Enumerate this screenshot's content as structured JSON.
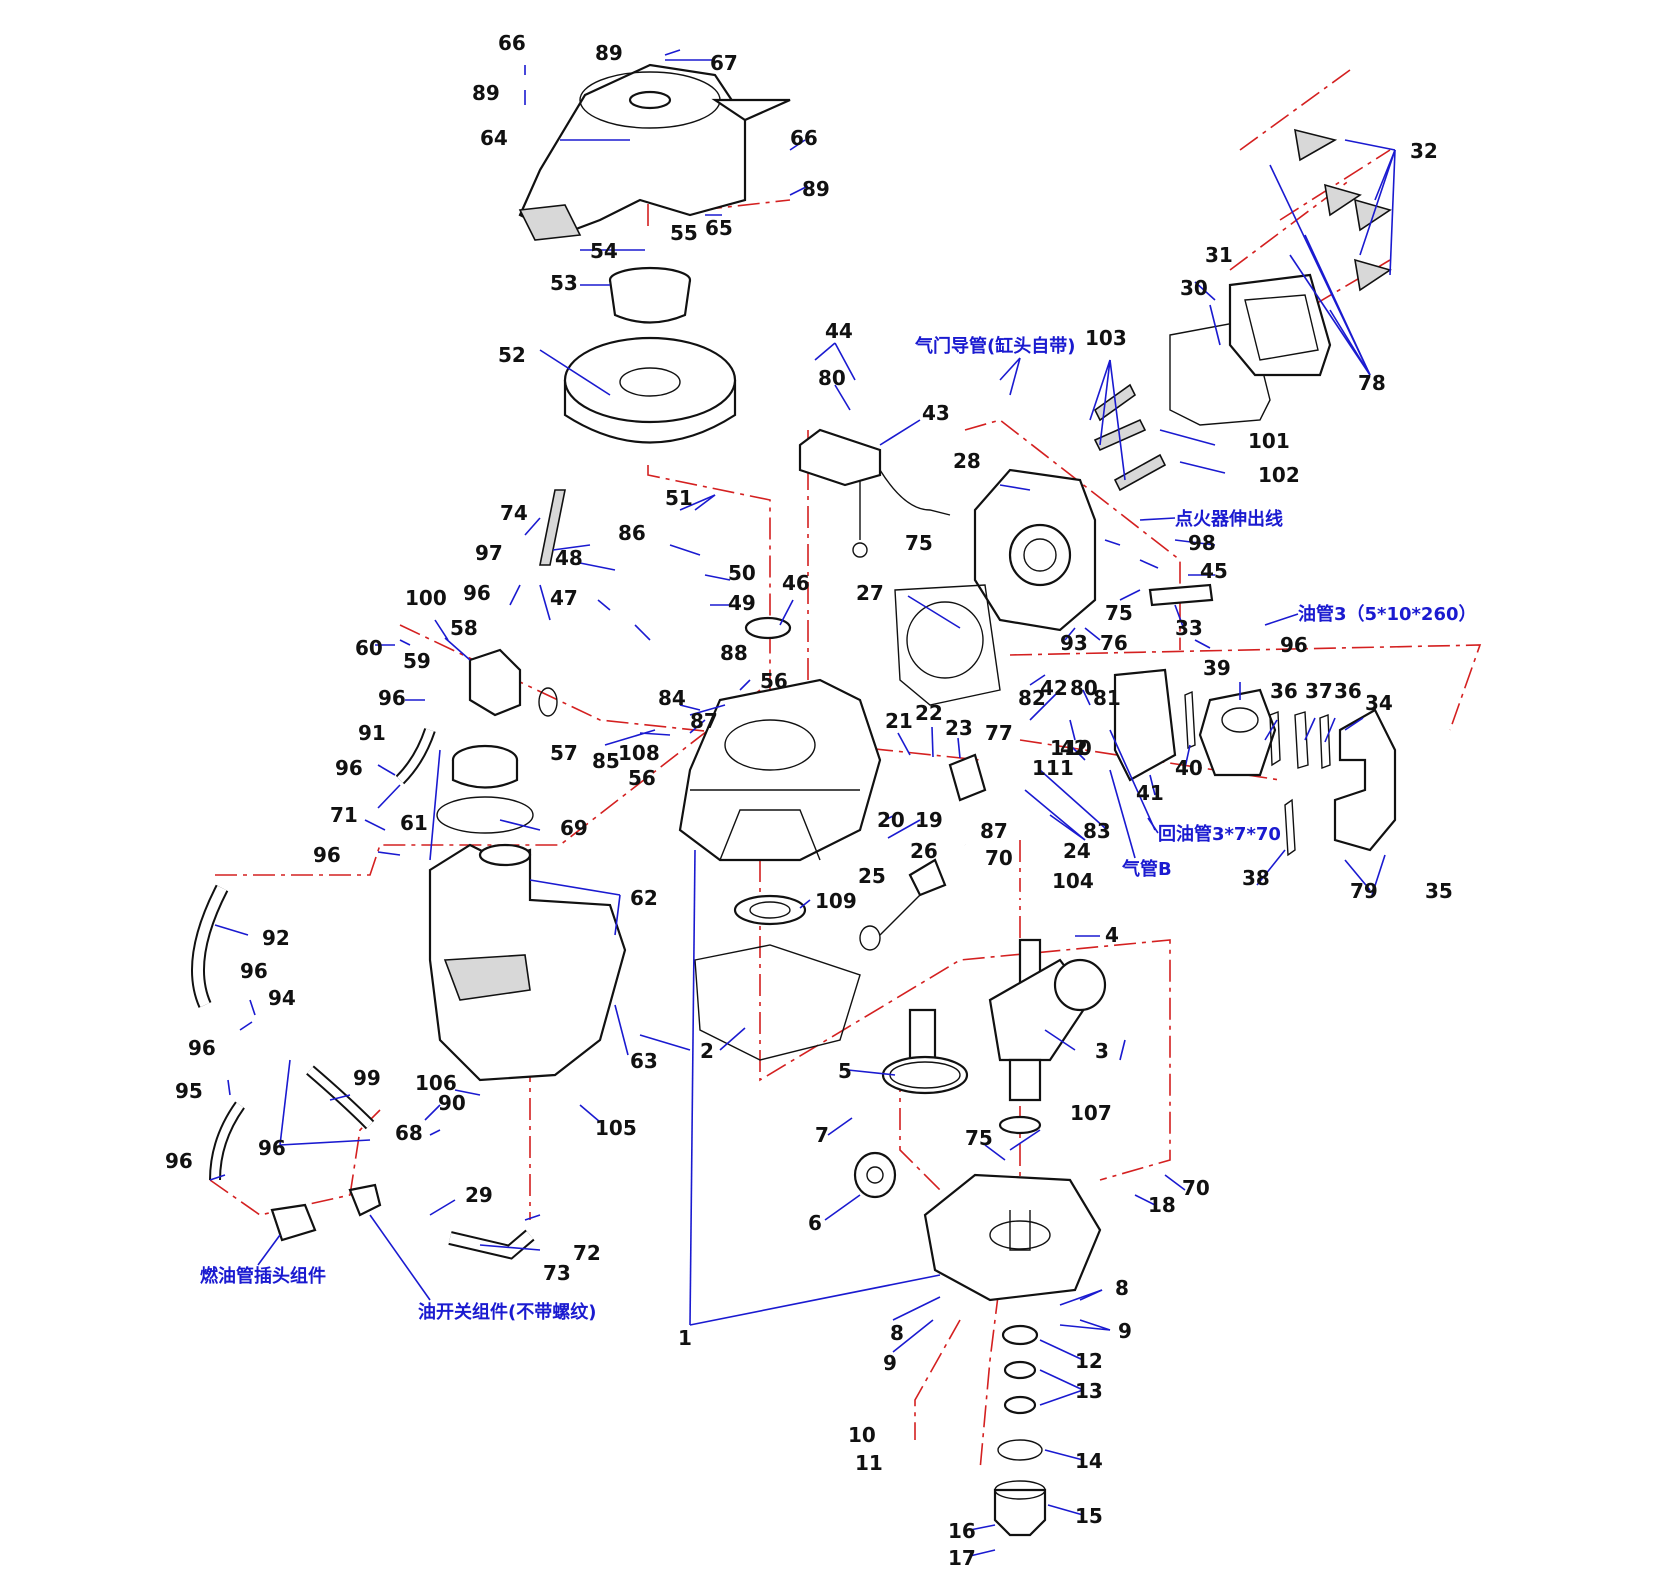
{
  "part_labels": {
    "l1": "1",
    "l2": "2",
    "l3": "3",
    "l4": "4",
    "l5": "5",
    "l6": "6",
    "l7": "7",
    "l8a": "8",
    "l8b": "8",
    "l9a": "9",
    "l9b": "9",
    "l10": "10",
    "l11": "11",
    "l12": "12",
    "l13": "13",
    "l14": "14",
    "l15": "15",
    "l16": "16",
    "l17": "17",
    "l18": "18",
    "l19": "19",
    "l20": "20",
    "l21": "21",
    "l22": "22",
    "l23": "23",
    "l24": "24",
    "l25": "25",
    "l26": "26",
    "l27": "27",
    "l28": "28",
    "l29": "29",
    "l30": "30",
    "l31": "31",
    "l32": "32",
    "l33": "33",
    "l34": "34",
    "l35": "35",
    "l36a": "36",
    "l36b": "36",
    "l37": "37",
    "l38": "38",
    "l39": "39",
    "l40": "40",
    "l41": "41",
    "l42a": "42",
    "l42b": "42",
    "l43": "43",
    "l44": "44",
    "l45": "45",
    "l46": "46",
    "l47": "47",
    "l48": "48",
    "l49": "49",
    "l50": "50",
    "l51": "51",
    "l52": "52",
    "l53": "53",
    "l54": "54",
    "l55": "55",
    "l56a": "56",
    "l56b": "56",
    "l57": "57",
    "l58": "58",
    "l59": "59",
    "l60": "60",
    "l61": "61",
    "l62": "62",
    "l63": "63",
    "l64": "64",
    "l65": "65",
    "l66a": "66",
    "l66b": "66",
    "l67": "67",
    "l68": "68",
    "l69": "69",
    "l70a": "70",
    "l70b": "70",
    "l71": "71",
    "l72": "72",
    "l73": "73",
    "l74": "74",
    "l75a": "75",
    "l75b": "75",
    "l75c": "75",
    "l76": "76",
    "l77": "77",
    "l78": "78",
    "l79": "79",
    "l80a": "80",
    "l80b": "80",
    "l81": "81",
    "l82": "82",
    "l83": "83",
    "l84": "84",
    "l85": "85",
    "l86": "86",
    "l87a": "87",
    "l87b": "87",
    "l88": "88",
    "l89a": "89",
    "l89b": "89",
    "l89c": "89",
    "l90": "90",
    "l91": "91",
    "l92": "92",
    "l93": "93",
    "l94": "94",
    "l95": "95",
    "l96a": "96",
    "l96b": "96",
    "l96c": "96",
    "l96d": "96",
    "l96e": "96",
    "l96f": "96",
    "l96g": "96",
    "l96h": "96",
    "l96i": "96",
    "l97": "97",
    "l98": "98",
    "l99": "99",
    "l100": "100",
    "l101": "101",
    "l102": "102",
    "l103": "103",
    "l104": "104",
    "l105": "105",
    "l106": "106",
    "l107": "107",
    "l108": "108",
    "l109": "109",
    "l110": "110",
    "l111": "111"
  },
  "annotations": {
    "valve_guide": "气门导管(缸头自带)",
    "ignition_lead": "点火器伸出线",
    "fuel_pipe3": "油管3（5*10*260）",
    "return_pipe": "回油管3*7*70",
    "air_pipe_b": "气管B",
    "fuel_connector": "燃油管插头组件",
    "fuel_valve": "油开关组件(不带螺纹)"
  },
  "colors": {
    "leader_line": "#1a1ad0",
    "axis_line": "#d42020",
    "annotation_text": "#1a1ad0",
    "part_outline": "#111111"
  }
}
